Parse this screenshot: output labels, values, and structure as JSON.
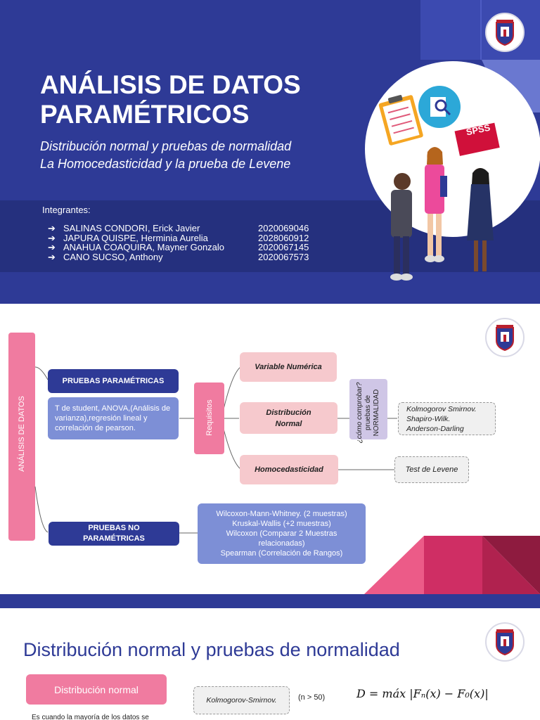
{
  "slide1": {
    "title_line1": "ANÁLISIS DE DATOS",
    "title_line2": "PARAMÉTRICOS",
    "subtitle_line1": "Distribución normal y pruebas de normalidad",
    "subtitle_line2": "La Homocedasticidad y la prueba de Levene",
    "members_label": "Integrantes:",
    "arrow": "➔",
    "members": [
      {
        "name": "SALINAS CONDORI, Erick Javier",
        "id": "2020069046"
      },
      {
        "name": "JAPURA QUISPE, Herminia Aurelia",
        "id": "2028060912"
      },
      {
        "name": "ANAHUA COAQUIRA, Mayner Gonzalo",
        "id": "2020067145"
      },
      {
        "name": "CANO SUCSO, Anthony",
        "id": "2020067573"
      }
    ],
    "spss_badge": "SPSS"
  },
  "slide2": {
    "root_label": "ANÁLISIS DE DATOS",
    "param_header": "PRUEBAS PARAMÉTRICAS",
    "param_desc": "T de student, ANOVA,(Análisis de varianza),regresión lineal y correlación de pearson.",
    "requisitos": "Requisitos",
    "req1": "Variable Numérica",
    "req2_line1": "Distribución",
    "req2_line2": "Normal",
    "req3": "Homocedasticidad",
    "como_line1": "¿cómo comprobar?",
    "como_line2": "pruebas de",
    "como_line3": "NORMALIDAD",
    "normality_tests": [
      "Kolmogorov Smirnov.",
      "Shapiro-Wilk.",
      "Anderson-Darling"
    ],
    "levene": "Test de Levene",
    "nonparam_line1": "PRUEBAS NO",
    "nonparam_line2": "PARAMÉTRICAS",
    "nonparam_tests": [
      "Wilcoxon-Mann-Whitney. (2 muestras)",
      "Kruskal-Wallis (+2 muestras)",
      "Wilcoxon (Comparar 2 Muestras",
      "relacionadas)",
      "Spearman (Correlación de Rangos)"
    ]
  },
  "slide3": {
    "title": "Distribución normal y pruebas de normalidad",
    "dist_label": "Distribución normal",
    "ks_label": "Kolmogorov-Smirnov.",
    "n_cond": "(n > 50)",
    "formula": "D = máx |Fₙ(x) − F₀(x)|",
    "desc": "Es cuando la mayoría de los datos se"
  },
  "colors": {
    "navy": "#2e3a96",
    "pink": "#f07ba0",
    "blue": "#7d8fd6",
    "pinklight": "#f6c9cd"
  }
}
